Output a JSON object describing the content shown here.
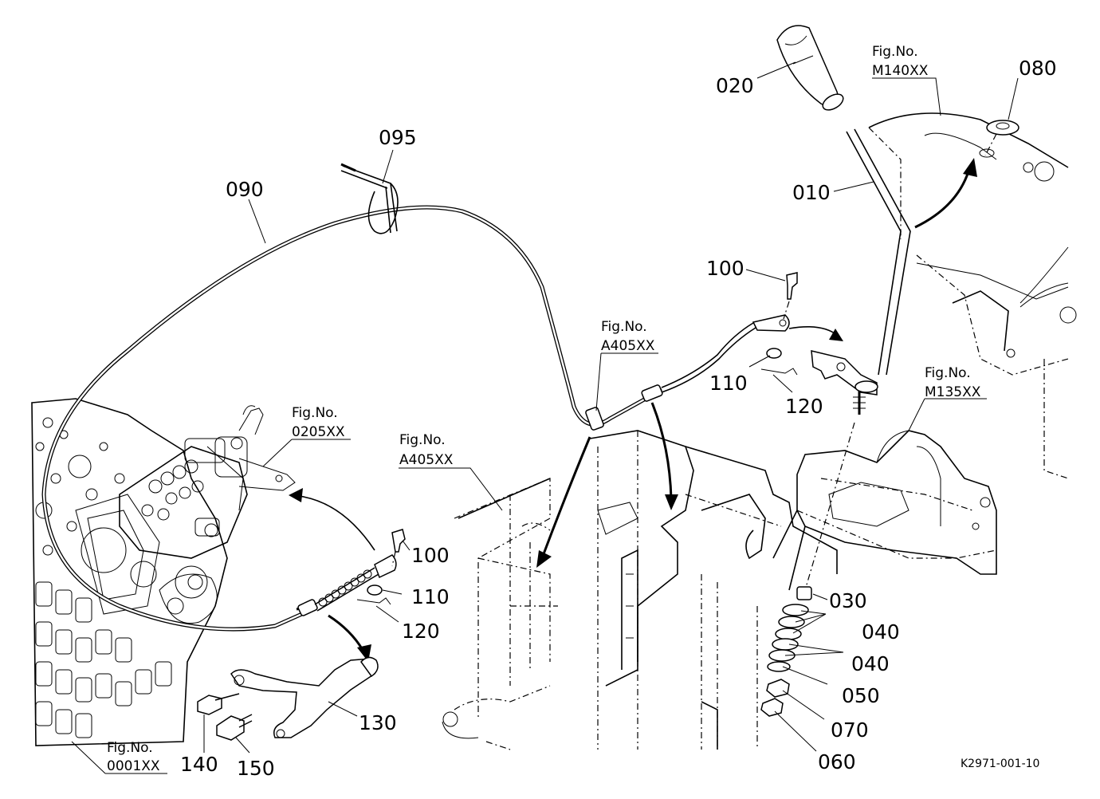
{
  "callouts": {
    "c020": "020",
    "c080": "080",
    "c010": "010",
    "c095": "095",
    "c090": "090",
    "c100a": "100",
    "c110a": "110",
    "c120a": "120",
    "c100b": "100",
    "c110b": "110",
    "c120b": "120",
    "c130": "130",
    "c140": "140",
    "c150": "150",
    "c030": "030",
    "c040a": "040",
    "c040b": "040",
    "c050": "050",
    "c070": "070",
    "c060": "060"
  },
  "figure_refs": {
    "m140": {
      "line1": "Fig.No.",
      "line2": "M140XX"
    },
    "a405_upper": {
      "line1": "Fig.No.",
      "line2": "A405XX"
    },
    "a405_lower": {
      "line1": "Fig.No.",
      "line2": "A405XX"
    },
    "m135": {
      "line1": "Fig.No.",
      "line2": "M135XX"
    },
    "f0205": {
      "line1": "Fig.No.",
      "line2": "0205XX"
    },
    "f0001": {
      "line1": "Fig.No.",
      "line2": "0001XX"
    }
  },
  "drawing_code": "K2971-001-10"
}
